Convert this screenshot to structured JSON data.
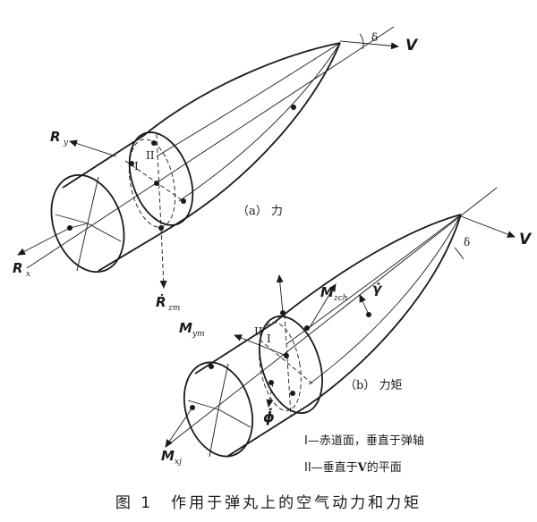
{
  "labels": {
    "top": {
      "V": "V",
      "delta": "δ",
      "Ry": "R",
      "Ry_sub": "y",
      "Rx": "R",
      "Rx_sub": "x",
      "Rzm": "Ṙ",
      "Rzm_sub": "zm",
      "I": "I",
      "II": "II",
      "caption": "（a） 力"
    },
    "bottom": {
      "V": "V",
      "delta": "δ",
      "Mzch": "M",
      "Mzch_sub": "zch",
      "gamma": "γ̇",
      "Mym": "M",
      "Mym_sub": "ym",
      "phi": "ϕ̇",
      "Mxj": "M",
      "Mxj_sub": "xj",
      "I": "I",
      "II": "II",
      "caption": "（b） 力矩"
    }
  },
  "legend": {
    "line1": "I—赤道面，垂直于弹轴",
    "line2_pre": "II—垂直于",
    "line2_sym": "V",
    "line2_post": "的平面"
  },
  "caption": "图 1　作用于弹丸上的空气动力和力矩"
}
